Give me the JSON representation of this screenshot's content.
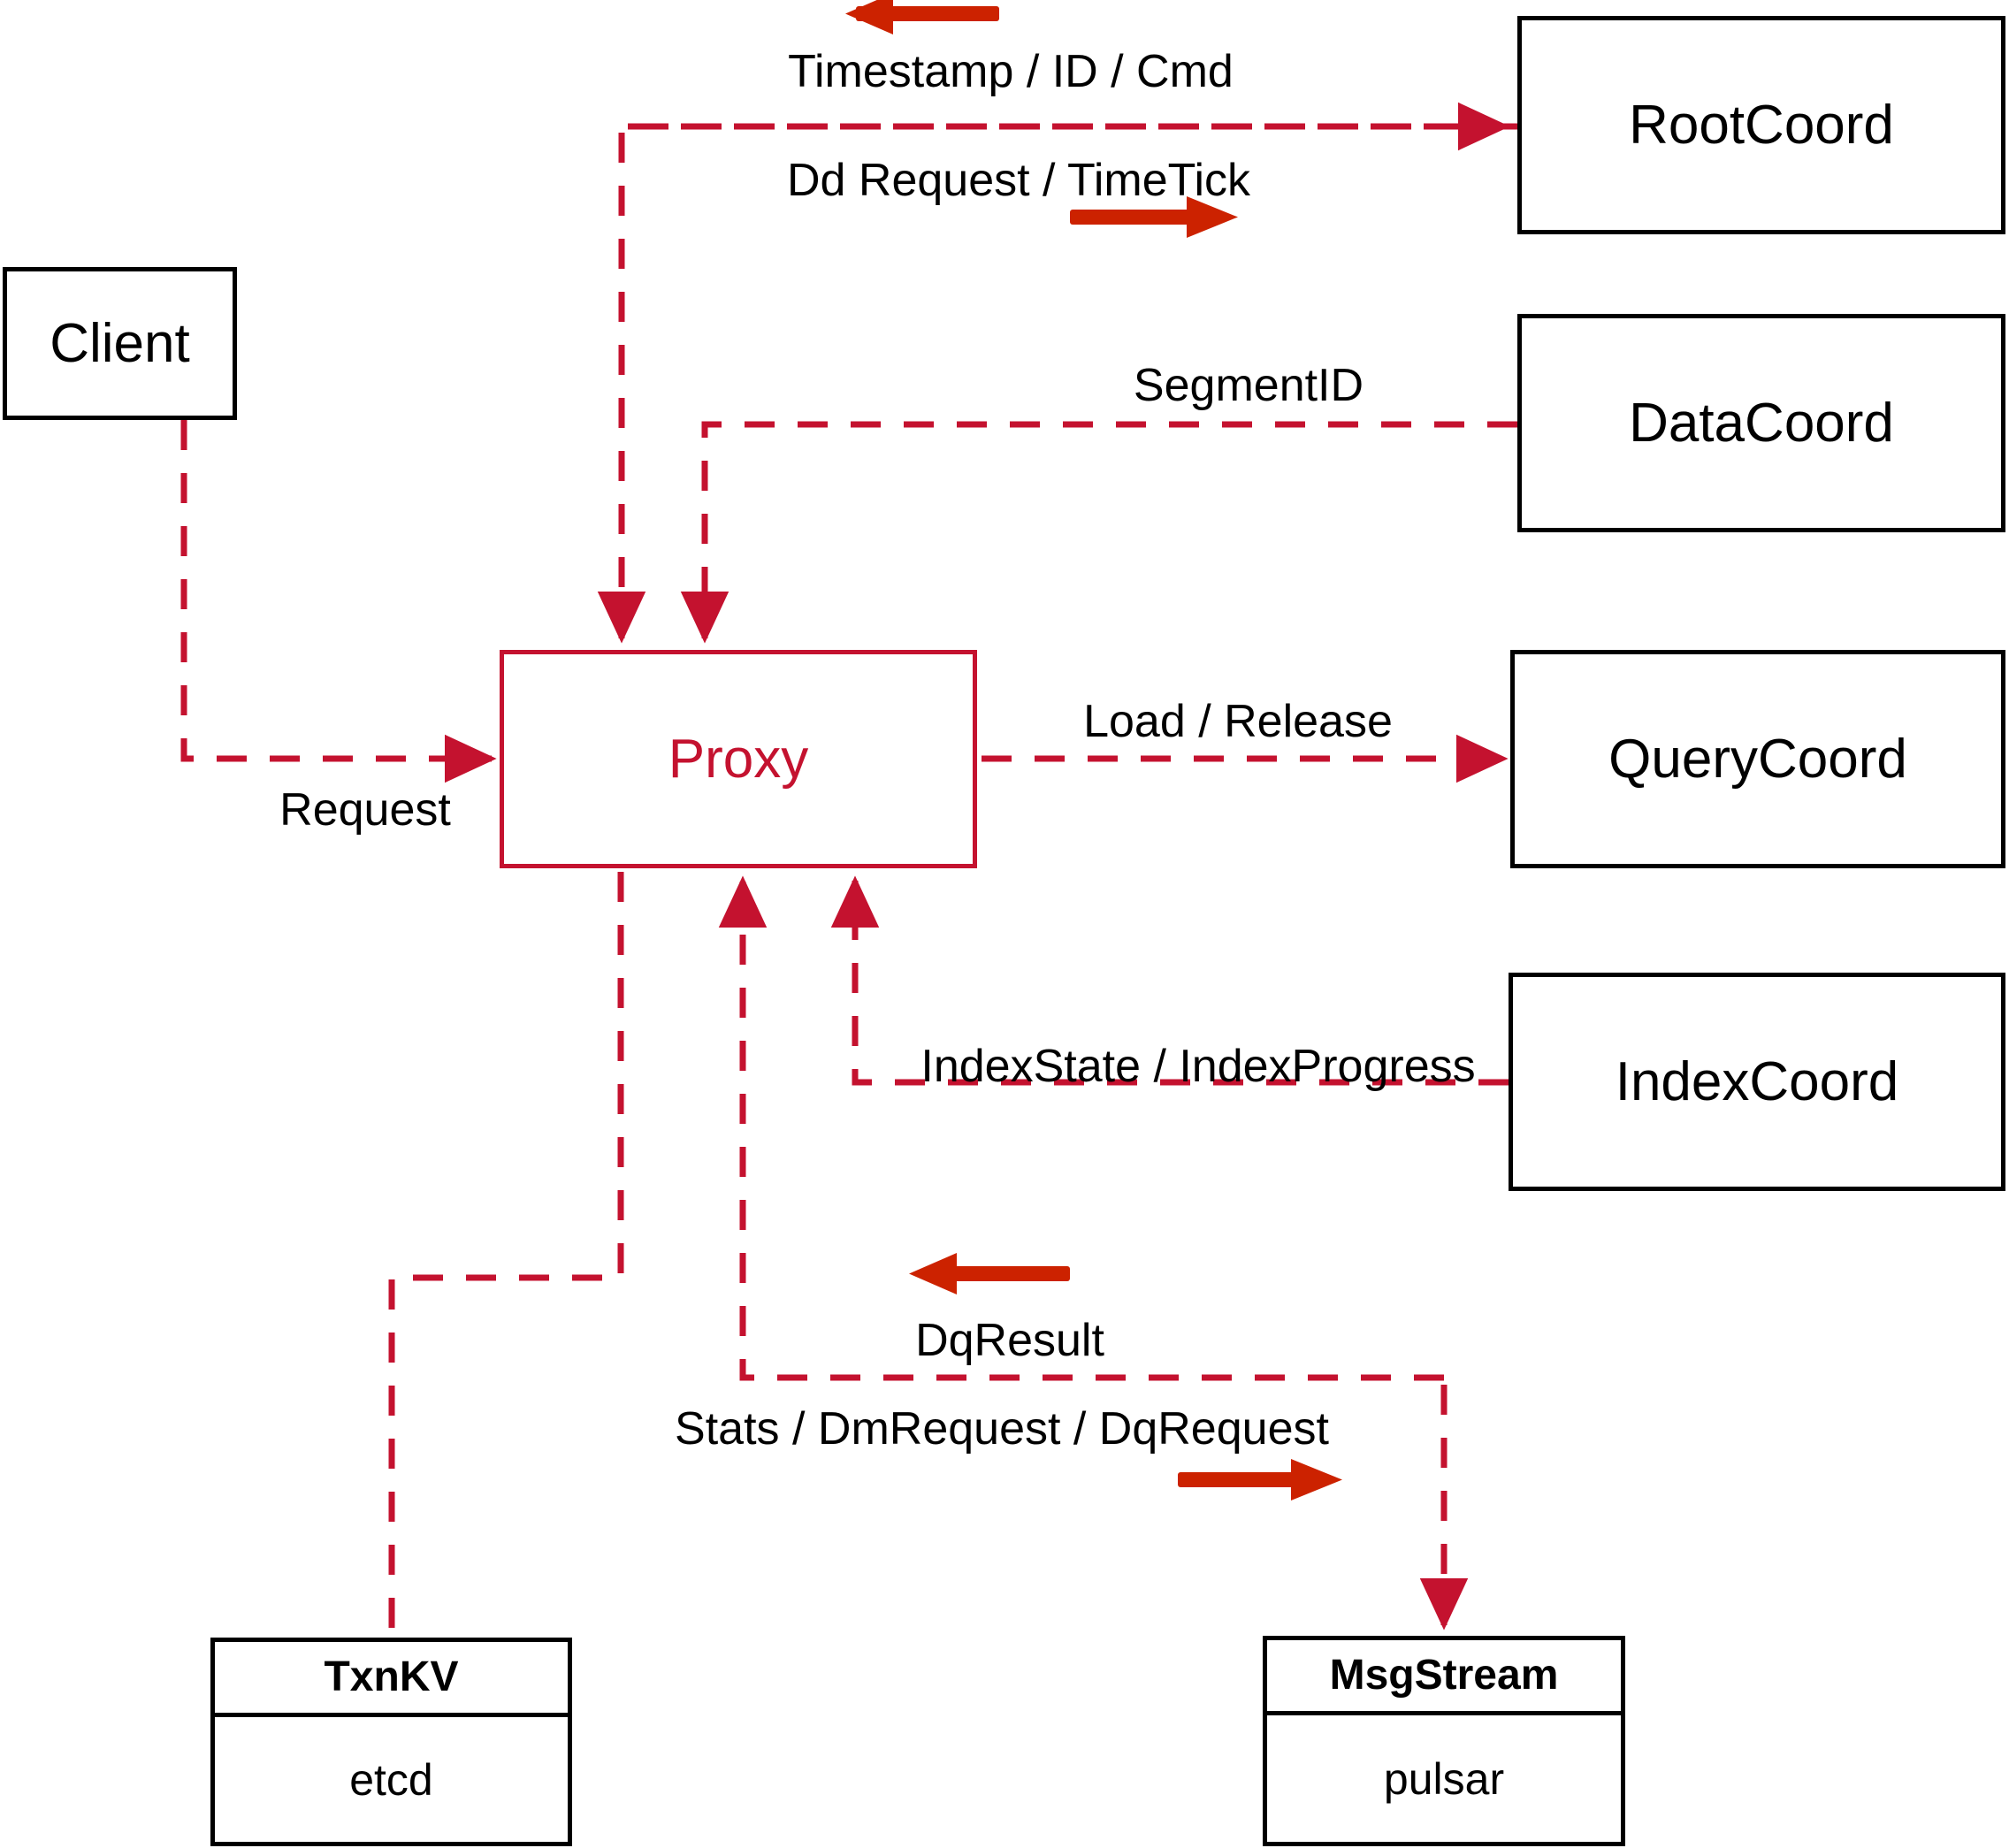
{
  "diagram": {
    "title": "Milvus Proxy component interaction diagram",
    "colors": {
      "edge_red": "#c4122f",
      "arrow_orange_red": "#cc2200",
      "node_border_black": "#000000",
      "proxy_border_red": "#c4122f",
      "background": "#ffffff"
    }
  },
  "nodes": {
    "client": {
      "label": "Client"
    },
    "proxy": {
      "label": "Proxy"
    },
    "root_coord": {
      "label": "RootCoord"
    },
    "data_coord": {
      "label": "DataCoord"
    },
    "query_coord": {
      "label": "QueryCoord"
    },
    "index_coord": {
      "label": "IndexCoord"
    },
    "txn_kv": {
      "title": "TxnKV",
      "impl": "etcd"
    },
    "msg_stream": {
      "title": "MsgStream",
      "impl": "pulsar"
    }
  },
  "edges": [
    {
      "id": "client-to-proxy",
      "label": "Request"
    },
    {
      "id": "rootcoord-to-proxy",
      "label": "Timestamp / ID / Cmd"
    },
    {
      "id": "proxy-to-rootcoord",
      "label": "Dd Request / TimeTick"
    },
    {
      "id": "datacoord-to-proxy",
      "label": "SegmentID"
    },
    {
      "id": "proxy-to-querycoord",
      "label": "Load / Release"
    },
    {
      "id": "indexcoord-to-proxy",
      "label": "IndexState / IndexProgress"
    },
    {
      "id": "msgstream-to-proxy",
      "label": "DqResult"
    },
    {
      "id": "proxy-to-msgstream",
      "label": "Stats / DmRequest / DqRequest"
    }
  ]
}
